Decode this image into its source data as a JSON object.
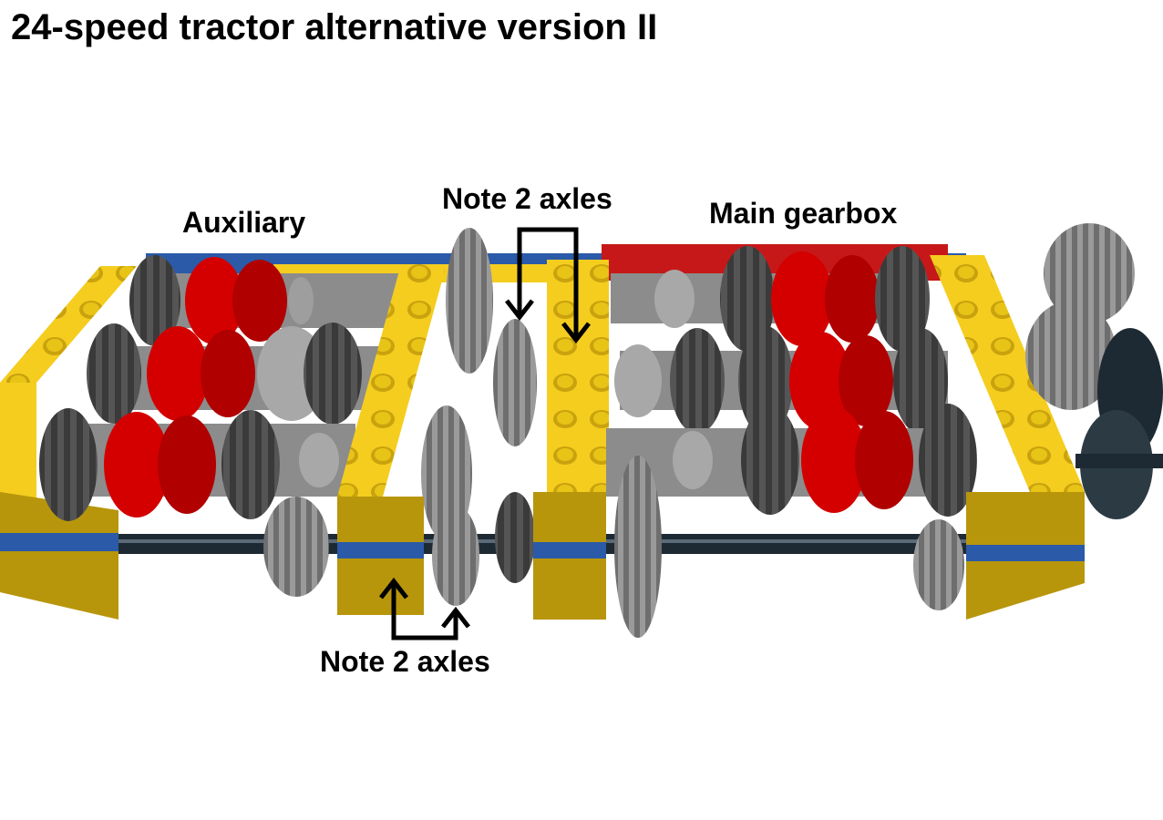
{
  "title": "24-speed tractor alternative version II",
  "labels": {
    "auxiliary": "Auxiliary",
    "main_gearbox": "Main gearbox",
    "note_top": "Note 2 axles",
    "note_bottom": "Note 2 axles"
  },
  "colors": {
    "beam_yellow": "#f5cd1f",
    "beam_dark": "#b8960c",
    "gear_red": "#d40000",
    "gear_dark": "#4a4a4a",
    "gear_light": "#8c8c8c",
    "axle": "#1e2a33",
    "arrow": "#000000"
  }
}
